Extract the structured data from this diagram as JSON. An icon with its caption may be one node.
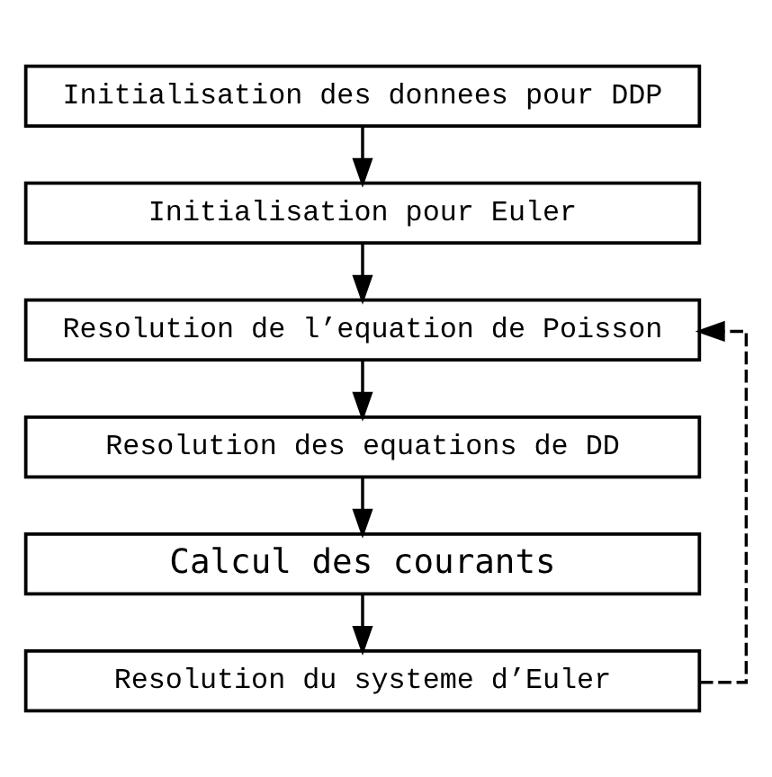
{
  "diagram": {
    "nodes": [
      {
        "text": [
          "Initialisation des donnees pour DDP"
        ]
      },
      {
        "text": [
          "Initialisation pour Euler"
        ]
      },
      {
        "text": [
          "Resolution de l’equation de Poisson"
        ]
      },
      {
        "text": [
          "Resolution des equations de DD"
        ]
      },
      {
        "text": [
          "Calcul des courants"
        ]
      },
      {
        "text": [
          "Resolution du systeme d’Euler"
        ]
      }
    ],
    "edges": [
      {
        "from": 0,
        "to": 1,
        "arrow": "to"
      },
      {
        "from": 1,
        "to": 2,
        "arrow": "to"
      },
      {
        "from": 2,
        "to": 3,
        "arrow": "to"
      },
      {
        "from": 3,
        "to": 4,
        "arrow": "to"
      },
      {
        "from": 4,
        "to": 5,
        "arrow": "to"
      },
      {
        "from": 5,
        "to": 2,
        "arrow": "to",
        "style": "dashed"
      }
    ]
  }
}
